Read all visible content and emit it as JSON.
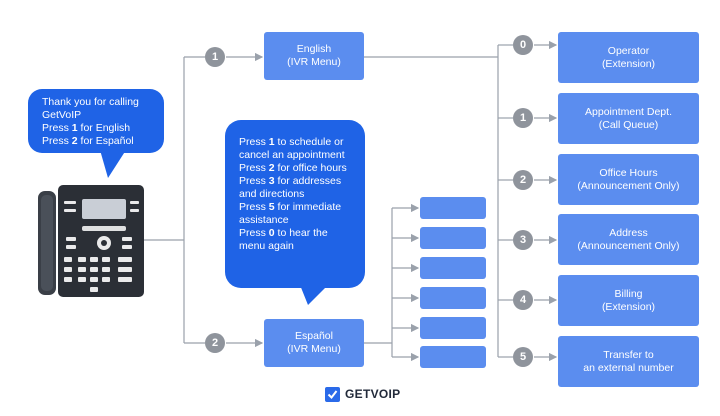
{
  "greeting_bubble": {
    "lines": [
      {
        "pre": "Thank you for calling",
        "key": "",
        "post": ""
      },
      {
        "pre": "GetVoIP",
        "key": "",
        "post": ""
      },
      {
        "pre": "Press ",
        "key": "1",
        "post": " for English"
      },
      {
        "pre": "Press ",
        "key": "2",
        "post": " for Español"
      }
    ]
  },
  "menu_bubble": {
    "lines": [
      {
        "pre": "Press ",
        "key": "1",
        "post": " to schedule or"
      },
      {
        "pre": "cancel an appointment",
        "key": "",
        "post": ""
      },
      {
        "pre": "Press ",
        "key": "2",
        "post": " for office hours"
      },
      {
        "pre": "Press ",
        "key": "3",
        "post": " for addresses"
      },
      {
        "pre": "and directions",
        "key": "",
        "post": ""
      },
      {
        "pre": "Press ",
        "key": "5",
        "post": " for immediate"
      },
      {
        "pre": "assistance",
        "key": "",
        "post": ""
      },
      {
        "pre": "Press ",
        "key": "0",
        "post": " to hear the"
      },
      {
        "pre": "menu again",
        "key": "",
        "post": ""
      }
    ]
  },
  "menus": [
    {
      "badge": "1",
      "line1": "English",
      "line2": "(IVR Menu)"
    },
    {
      "badge": "2",
      "line1": "Español",
      "line2": "(IVR Menu)"
    }
  ],
  "options": [
    {
      "badge": "0",
      "line1": "Operator",
      "line2": "(Extension)"
    },
    {
      "badge": "1",
      "line1": "Appointment Dept.",
      "line2": "(Call Queue)"
    },
    {
      "badge": "2",
      "line1": "Office Hours",
      "line2": "(Announcement Only)"
    },
    {
      "badge": "3",
      "line1": "Address",
      "line2": "(Announcement Only)"
    },
    {
      "badge": "4",
      "line1": "Billing",
      "line2": "(Extension)"
    },
    {
      "badge": "5",
      "line1": "Transfer to",
      "line2": "an external number"
    }
  ],
  "spanish_options_count": 6,
  "brand": {
    "name": "GETVOIP",
    "icon": "checkmark-logo-icon"
  },
  "colors": {
    "box": "#5b8def",
    "bubble": "#1f63e6",
    "badge": "#8f949c",
    "line": "#9aa1ab",
    "phone": "#2b2f36"
  }
}
